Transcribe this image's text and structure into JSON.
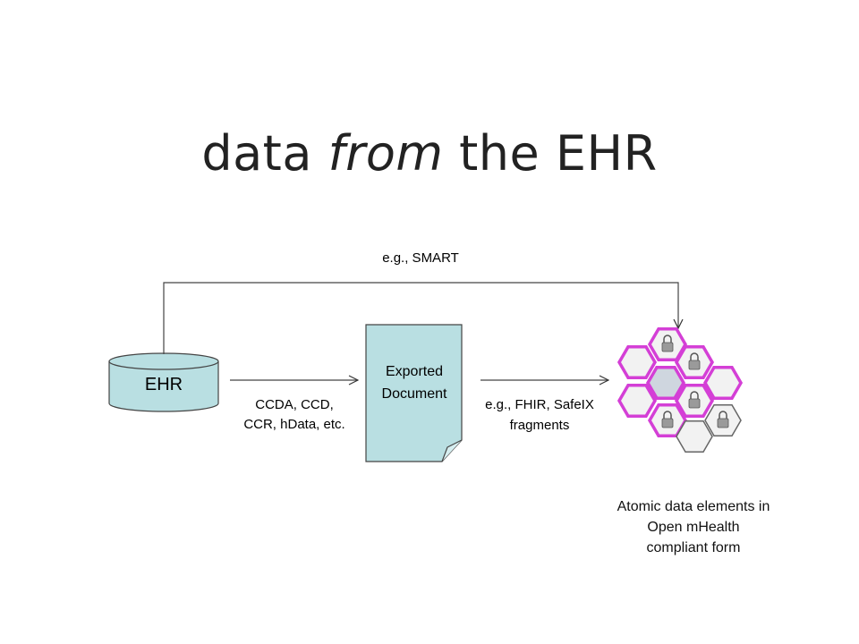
{
  "title": {
    "part1": "data ",
    "emphasis": "from",
    "part2": " the EHR"
  },
  "nodes": {
    "ehr": "EHR",
    "document_line1": "Exported",
    "document_line2": "Document"
  },
  "edges": {
    "smart": "e.g., SMART",
    "ccda_line1": "CCDA, CCD,",
    "ccda_line2": "CCR, hData, etc.",
    "fhir_line1": "e.g., FHIR, SafeIX",
    "fhir_line2": "fragments"
  },
  "caption": {
    "line1": "Atomic data elements in",
    "line2": "Open mHealth",
    "line3": "compliant form"
  },
  "colors": {
    "node_fill": "#b9dfe2",
    "hex_outline": "#d43fd6",
    "hex_fill": "#f2f2f2",
    "hex_center": "#cfd6df",
    "lock": "#9a9a9a"
  }
}
